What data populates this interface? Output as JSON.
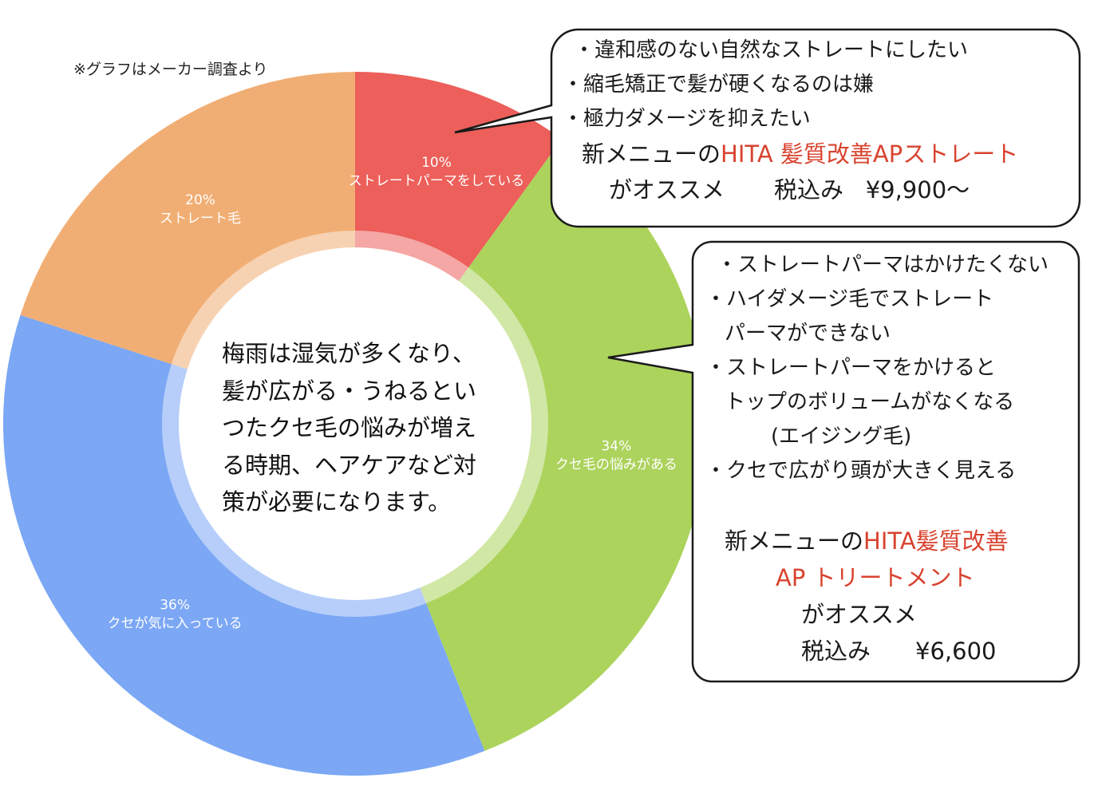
{
  "note": "※グラフはメーカー調査より",
  "colors": {
    "red": "#ec5f5a",
    "green": "#acd35c",
    "blue": "#7ba7f5",
    "orange": "#f1ae74",
    "highlight": "#d8432f"
  },
  "chart_data": {
    "type": "pie",
    "donut": true,
    "slices": [
      {
        "percent_label": "10%",
        "label": "ストレートパーマをしている",
        "value": 10,
        "color": "#ec5f5a"
      },
      {
        "percent_label": "34%",
        "label": "クセ毛の悩みがある",
        "value": 34,
        "color": "#acd35c"
      },
      {
        "percent_label": "36%",
        "label": "クセが気に入っている",
        "value": 36,
        "color": "#7ba7f5"
      },
      {
        "percent_label": "20%",
        "label": "ストレート毛",
        "value": 20,
        "color": "#f1ae74"
      }
    ]
  },
  "center_text": [
    "梅雨は湿気が多くなり、",
    "髪が広がる・うねるとい",
    "つたクセ毛の悩みが増え",
    "る時期、ヘアケアなど対",
    "策が必要になります。"
  ],
  "callout1": {
    "bullets": [
      "・違和感のない自然なストレートにしたい",
      "・縮毛矯正で髪が硬くなるのは嫌",
      "・極力ダメージを抑えたい"
    ],
    "menu_prefix": "新メニューの",
    "menu_name": "HITA 髪質改善APストレート",
    "recommend": "がオススメ",
    "price_label": "税込み",
    "price": "¥9,900〜"
  },
  "callout2": {
    "bullets": [
      "・ストレートパーマはかけたくない",
      "・ハイダメージ毛でストレート",
      "パーマができない",
      "・ストレートパーマをかけると",
      "トップのボリュームがなくなる",
      "(エイジング毛)",
      "・クセで広がり頭が大きく見える"
    ],
    "menu_prefix": "新メニューの",
    "menu_name_1": "HITA髪質改善",
    "menu_name_2": "AP トリートメント",
    "recommend": "がオススメ",
    "price_label": "税込み",
    "price": "¥6,600"
  }
}
